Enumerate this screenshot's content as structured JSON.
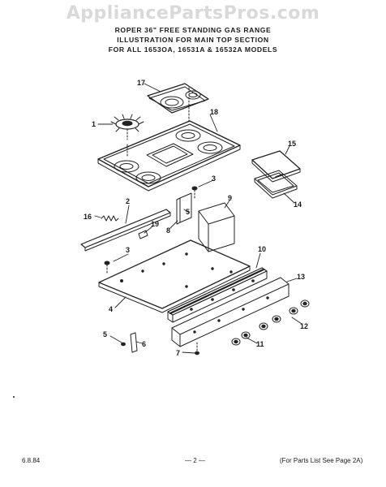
{
  "watermark": "AppliancePartsPros.com",
  "header": {
    "line1": "ROPER 36\" FREE STANDING GAS RANGE",
    "line2": "ILLUSTRATION FOR MAIN TOP SECTION",
    "line3": "FOR ALL 1653OA, 16531A & 16532A MODELS"
  },
  "callouts": {
    "c17": "17",
    "c1": "1",
    "c18": "18",
    "c15": "15",
    "c14": "14",
    "c3a": "3",
    "c2": "2",
    "c9": "9",
    "c16": "16",
    "c19": "19",
    "c5": "5",
    "c8": "8",
    "c3b": "3",
    "c10": "10",
    "c13": "13",
    "c4": "4",
    "c12": "12",
    "c5b": "5",
    "c6": "6",
    "c7": "7",
    "c11": "11"
  },
  "footer": {
    "date": "6.8.84",
    "page": "— 2 —",
    "note": "(For Parts List See Page 2A)"
  }
}
